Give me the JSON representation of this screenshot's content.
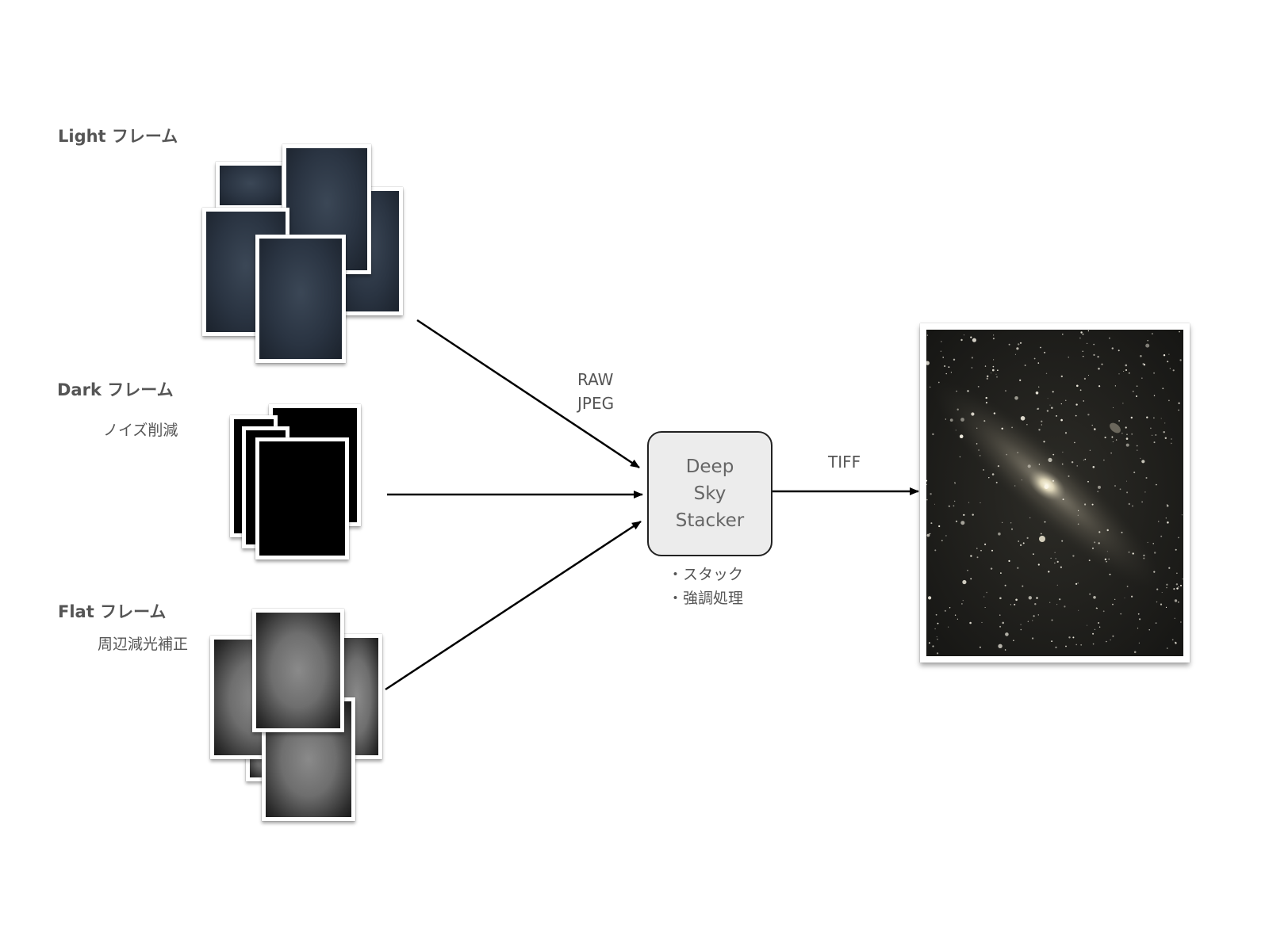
{
  "inputs": {
    "light": {
      "title": "Light フレーム"
    },
    "dark": {
      "title": "Dark フレーム",
      "note": "ノイズ削減"
    },
    "flat": {
      "title": "Flat フレーム",
      "note": "周辺減光補正"
    }
  },
  "formats_in": [
    "RAW",
    "JPEG"
  ],
  "processor": {
    "name_lines": [
      "Deep",
      "Sky",
      "Stacker"
    ]
  },
  "processor_steps": [
    "・スタック",
    "・強調処理"
  ],
  "format_out": "TIFF",
  "output_image": {
    "subject": "galaxy-photo"
  },
  "colors": {
    "arrow": "#000000",
    "box_fill": "#ececec",
    "box_border": "#222222"
  }
}
